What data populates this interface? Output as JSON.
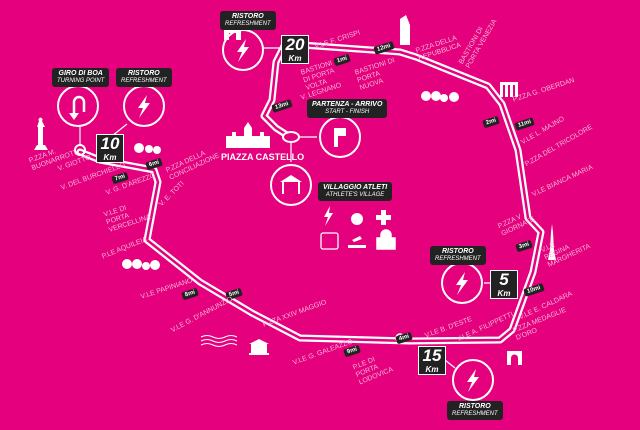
{
  "background_color": "#e5007e",
  "stations": {
    "turning_point": {
      "title": "GIRO DI BOA",
      "subtitle": "TURNING POINT",
      "icon": "u-turn-icon"
    },
    "refresh_10": {
      "title": "RISTORO",
      "subtitle": "REFRESHMENT",
      "icon": "lightning-icon"
    },
    "refresh_20": {
      "title": "RISTORO",
      "subtitle": "REFRESHMENT",
      "icon": "lightning-icon"
    },
    "refresh_5": {
      "title": "RISTORO",
      "subtitle": "REFRESHMENT",
      "icon": "lightning-icon"
    },
    "refresh_15": {
      "title": "RISTORO",
      "subtitle": "REFRESHMENT",
      "icon": "lightning-icon"
    },
    "start_finish": {
      "title": "PARTENZA - ARRIVO",
      "subtitle": "START - FINISH",
      "icon": "flag-icon"
    },
    "village": {
      "title": "VILLAGGIO ATLETI",
      "subtitle": "ATHLETE'S VILLAGE",
      "icon": "tent-icon"
    }
  },
  "km_markers": [
    {
      "num": "20",
      "unit": "Km"
    },
    {
      "num": "10",
      "unit": "Km"
    },
    {
      "num": "5",
      "unit": "Km"
    },
    {
      "num": "15",
      "unit": "Km"
    }
  ],
  "mile_markers": [
    "1mi",
    "2mi",
    "3mi",
    "4mi",
    "5mi",
    "6mi",
    "7mi",
    "8mi",
    "9mi",
    "10mi",
    "11mi",
    "12mi",
    "13mi"
  ],
  "places": {
    "castello": "PIAZZA CASTELLO"
  },
  "streets": [
    "V.LE F. CRISPI",
    "BASTIONI DI PORTA VOLTA",
    "BASTIONI DI PORTA NUOVA",
    "P.ZZA DELLA REPUBBLICA",
    "BASTIONI DI PORTA VENEZIA",
    "V. LEGNANO",
    "P.ZZA G. OBERDAN",
    "V.LE L. MAJNO",
    "P.ZZA DEL TRICOLORE",
    "V.LE BIANCA MARIA",
    "P.ZZA V GIORNATE",
    "V.LE REGINA MARGHERITA",
    "V.LE E. CALDARA",
    "P.ZZA MEDAGLIE D'ORO",
    "V.LE A. FILIPPETTI",
    "V.LE B. D'ESTE",
    "P.LE DI PORTA LODOVICA",
    "V.LE G. GALEAZZO",
    "P.ZZA XXIV MAGGIO",
    "V.LE G. D'ANNUNZIO",
    "V.LE PAPINIANO",
    "P.LE AQUILEIA",
    "V.LE DI PORTA VERCELLINA",
    "V. E. TOTI",
    "P.ZZA DELLA CONCILIAZIONE",
    "V. G. D'AREZZO",
    "V. DEL BURCHIELLO",
    "V. GIOTTO",
    "P.ZZA M. BUONARROTI"
  ],
  "village_services": [
    "lightning-icon",
    "apple-icon",
    "first-aid-icon",
    "toilet-icon",
    "massage-icon",
    "bag-icon"
  ]
}
